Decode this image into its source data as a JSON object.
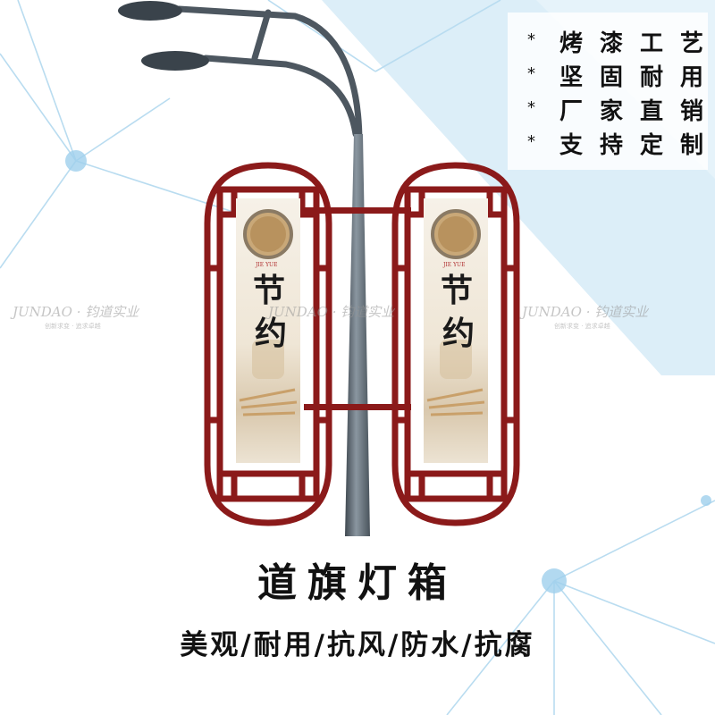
{
  "features": [
    {
      "bullet": "*",
      "text": "烤漆工艺"
    },
    {
      "bullet": "*",
      "text": "坚固耐用"
    },
    {
      "bullet": "*",
      "text": "厂家直销"
    },
    {
      "bullet": "*",
      "text": "支持定制"
    }
  ],
  "product_title": "道旗灯箱",
  "subtitle": "美观/耐用/抗风/防水/抗腐",
  "watermark": {
    "brand": "JUNDAO · 钧道实业",
    "tagline": "创新求变 · 追求卓越"
  },
  "banner": {
    "char_top": "节",
    "char_bottom": "约",
    "pinyin": "JIE YUE"
  },
  "colors": {
    "frame": "#8b1a1a",
    "pole": "#5a6570",
    "accent_blue": "#a9d4ec"
  }
}
